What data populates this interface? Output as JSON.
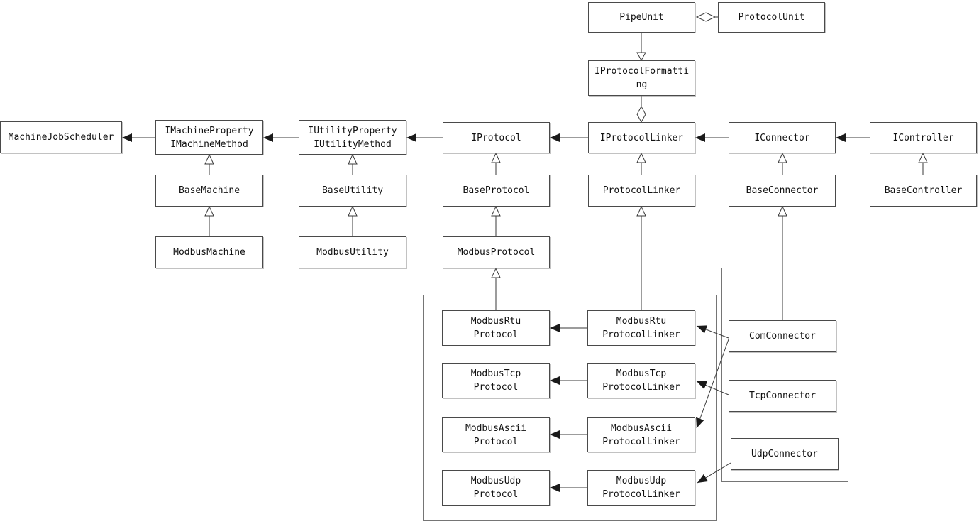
{
  "diagram": {
    "type": "uml-class-diagram",
    "colors": {
      "background": "#ffffff",
      "box_border": "#4a4a4a",
      "group_border": "#757575",
      "line": "#3a3a3a",
      "text": "#111111"
    },
    "nodes": {
      "pipeUnit": {
        "label": "PipeUnit"
      },
      "protocolUnit": {
        "label": "ProtocolUnit"
      },
      "iProtocolFormatting": {
        "label": "IProtocolFormatti\nng"
      },
      "machineJobScheduler": {
        "label": "MachineJobScheduler"
      },
      "iMachineProperty": {
        "label": "IMachineProperty\nIMachineMethod"
      },
      "iUtilityProperty": {
        "label": "IUtilityProperty\nIUtilityMethod"
      },
      "iProtocol": {
        "label": "IProtocol"
      },
      "iProtocolLinker": {
        "label": "IProtocolLinker"
      },
      "iConnector": {
        "label": "IConnector"
      },
      "iController": {
        "label": "IController"
      },
      "baseMachine": {
        "label": "BaseMachine"
      },
      "baseUtility": {
        "label": "BaseUtility"
      },
      "baseProtocol": {
        "label": "BaseProtocol"
      },
      "protocolLinker": {
        "label": "ProtocolLinker"
      },
      "baseConnector": {
        "label": "BaseConnector"
      },
      "baseController": {
        "label": "BaseController"
      },
      "modbusMachine": {
        "label": "ModbusMachine"
      },
      "modbusUtility": {
        "label": "ModbusUtility"
      },
      "modbusProtocol": {
        "label": "ModbusProtocol"
      },
      "modbusRtuProtocol": {
        "label": "ModbusRtu\nProtocol"
      },
      "modbusTcpProtocol": {
        "label": "ModbusTcp\nProtocol"
      },
      "modbusAsciiProtocol": {
        "label": "ModbusAscii\nProtocol"
      },
      "modbusUdpProtocol": {
        "label": "ModbusUdp\nProtocol"
      },
      "modbusRtuProtocolLinker": {
        "label": "ModbusRtu\nProtocolLinker"
      },
      "modbusTcpProtocolLinker": {
        "label": "ModbusTcp\nProtocolLinker"
      },
      "modbusAsciiProtocolLinker": {
        "label": "ModbusAscii\nProtocolLinker"
      },
      "modbusUdpProtocolLinker": {
        "label": "ModbusUdp\nProtocolLinker"
      },
      "comConnector": {
        "label": "ComConnector"
      },
      "tcpConnector": {
        "label": "TcpConnector"
      },
      "udpConnector": {
        "label": "UdpConnector"
      }
    },
    "groups": {
      "modbusProtocolGroup": {
        "members": [
          "modbusRtuProtocol",
          "modbusTcpProtocol",
          "modbusAsciiProtocol",
          "modbusUdpProtocol",
          "modbusRtuProtocolLinker",
          "modbusTcpProtocolLinker",
          "modbusAsciiProtocolLinker",
          "modbusUdpProtocolLinker"
        ]
      },
      "connectorGroup": {
        "members": [
          "comConnector",
          "tcpConnector",
          "udpConnector"
        ]
      }
    },
    "edges": [
      {
        "from": "protocolUnit",
        "to": "pipeUnit",
        "type": "aggregation"
      },
      {
        "from": "pipeUnit",
        "to": "iProtocolFormatting",
        "type": "generalization"
      },
      {
        "from": "iProtocolFormatting",
        "to": "iProtocolLinker",
        "type": "aggregation"
      },
      {
        "from": "iMachineProperty",
        "to": "machineJobScheduler",
        "type": "association"
      },
      {
        "from": "iUtilityProperty",
        "to": "iMachineProperty",
        "type": "association"
      },
      {
        "from": "iProtocol",
        "to": "iUtilityProperty",
        "type": "association"
      },
      {
        "from": "iProtocolLinker",
        "to": "iProtocol",
        "type": "association"
      },
      {
        "from": "iConnector",
        "to": "iProtocolLinker",
        "type": "association"
      },
      {
        "from": "iController",
        "to": "iConnector",
        "type": "association"
      },
      {
        "from": "baseMachine",
        "to": "iMachineProperty",
        "type": "generalization"
      },
      {
        "from": "modbusMachine",
        "to": "baseMachine",
        "type": "generalization"
      },
      {
        "from": "baseUtility",
        "to": "iUtilityProperty",
        "type": "generalization"
      },
      {
        "from": "modbusUtility",
        "to": "baseUtility",
        "type": "generalization"
      },
      {
        "from": "baseProtocol",
        "to": "iProtocol",
        "type": "generalization"
      },
      {
        "from": "modbusProtocol",
        "to": "baseProtocol",
        "type": "generalization"
      },
      {
        "from": "modbusRtuProtocol",
        "to": "modbusProtocol",
        "type": "generalization"
      },
      {
        "from": "protocolLinker",
        "to": "iProtocolLinker",
        "type": "generalization"
      },
      {
        "from": "modbusRtuProtocolLinker",
        "to": "protocolLinker",
        "type": "generalization"
      },
      {
        "from": "baseConnector",
        "to": "iConnector",
        "type": "generalization"
      },
      {
        "from": "comConnector",
        "to": "baseConnector",
        "type": "generalization"
      },
      {
        "from": "baseController",
        "to": "iController",
        "type": "generalization"
      },
      {
        "from": "modbusRtuProtocolLinker",
        "to": "modbusRtuProtocol",
        "type": "association"
      },
      {
        "from": "modbusTcpProtocolLinker",
        "to": "modbusTcpProtocol",
        "type": "association"
      },
      {
        "from": "modbusAsciiProtocolLinker",
        "to": "modbusAsciiProtocol",
        "type": "association"
      },
      {
        "from": "modbusUdpProtocolLinker",
        "to": "modbusUdpProtocol",
        "type": "association"
      },
      {
        "from": "comConnector",
        "to": "modbusRtuProtocolLinker",
        "type": "association"
      },
      {
        "from": "comConnector",
        "to": "modbusAsciiProtocolLinker",
        "type": "association"
      },
      {
        "from": "tcpConnector",
        "to": "modbusTcpProtocolLinker",
        "type": "association"
      },
      {
        "from": "udpConnector",
        "to": "modbusUdpProtocolLinker",
        "type": "association"
      }
    ]
  }
}
